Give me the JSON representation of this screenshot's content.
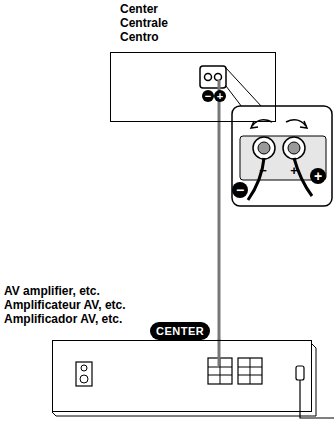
{
  "diagram": {
    "nodes": [
      {
        "text": [
          "Center Centrale Centro"
        ]
      },
      {
        "text": [
          "AV amplifier, etc. Amplificateur AV, etc. Amplificador AV, etc."
        ]
      },
      {
        "text": [
          "CENTER"
        ]
      }
    ],
    "edges": [
      {
        "from": 0,
        "to": 1,
        "arrow": "none"
      }
    ],
    "labels": [
      "−",
      "+",
      "−",
      "+",
      "−",
      "+"
    ]
  }
}
